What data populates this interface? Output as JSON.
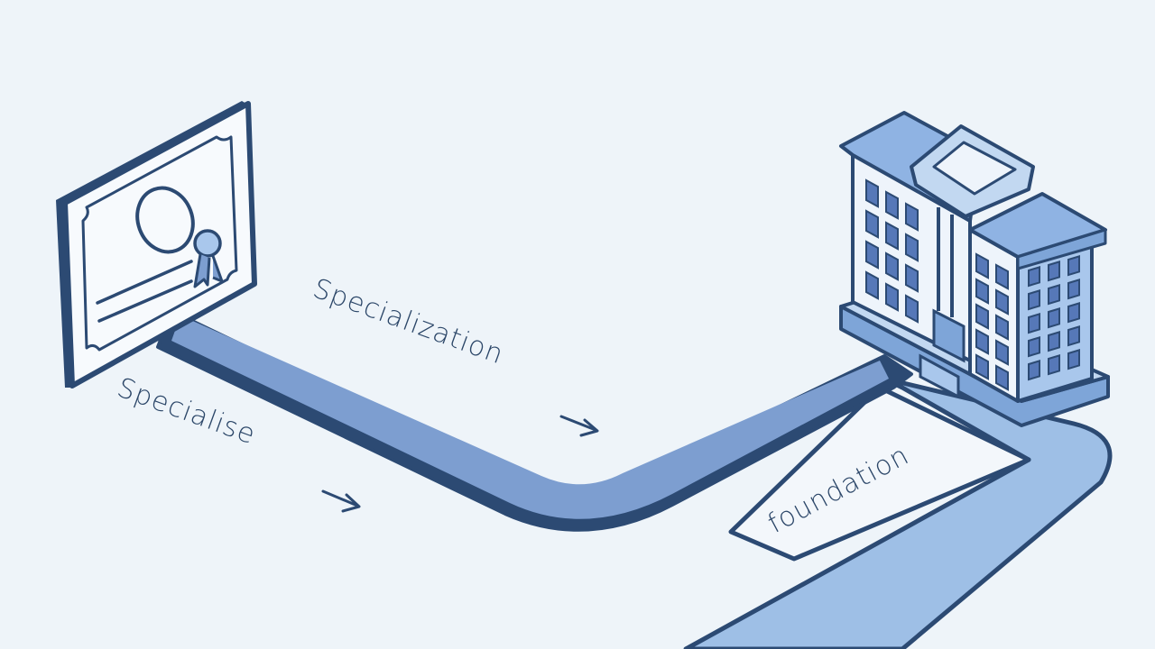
{
  "labels": {
    "upper_label": "Specialization",
    "lower_label": "Specialise",
    "foundation_label": "foundation"
  },
  "icons": {
    "certificate": "certificate-icon",
    "building": "university-building-icon",
    "seal": "award-seal-icon",
    "arrow": "arrow-right-icon"
  },
  "colors": {
    "background": "#eef4f9",
    "path_fill": "#7d9ed0",
    "path_light": "#9ebfe6",
    "outline": "#2c4a73",
    "building_light": "#a9c7ec",
    "building_mid": "#7ea5d8",
    "window": "#5678b8"
  }
}
